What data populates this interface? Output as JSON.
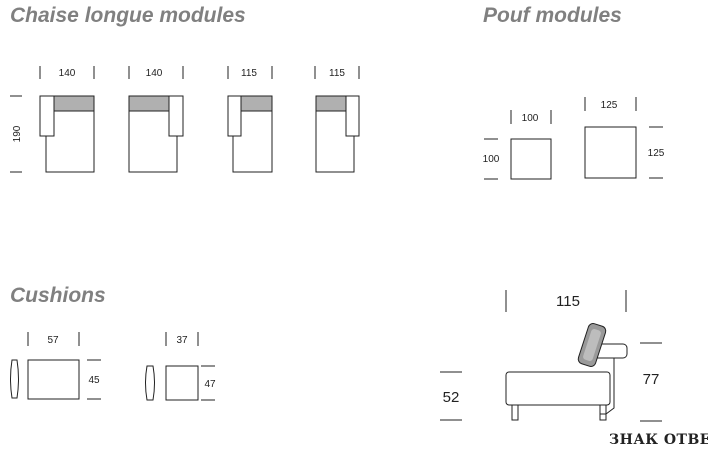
{
  "headings": {
    "chaise": "Chaise longue modules",
    "pouf": "Pouf modules",
    "cushions": "Cushions"
  },
  "chaise_modules": {
    "depth_label": "190",
    "widths": [
      "140",
      "140",
      "115",
      "115"
    ]
  },
  "pouf_modules": {
    "small": {
      "width": "100",
      "depth": "100"
    },
    "large": {
      "width": "125",
      "depth": "125"
    }
  },
  "cushions": {
    "large": {
      "width": "57",
      "height": "45"
    },
    "small": {
      "width": "37",
      "height": "47"
    }
  },
  "side_view": {
    "width": "115",
    "seat_height": "52",
    "back_height": "77"
  },
  "watermark": "ЗНАК ОТВЕТА"
}
